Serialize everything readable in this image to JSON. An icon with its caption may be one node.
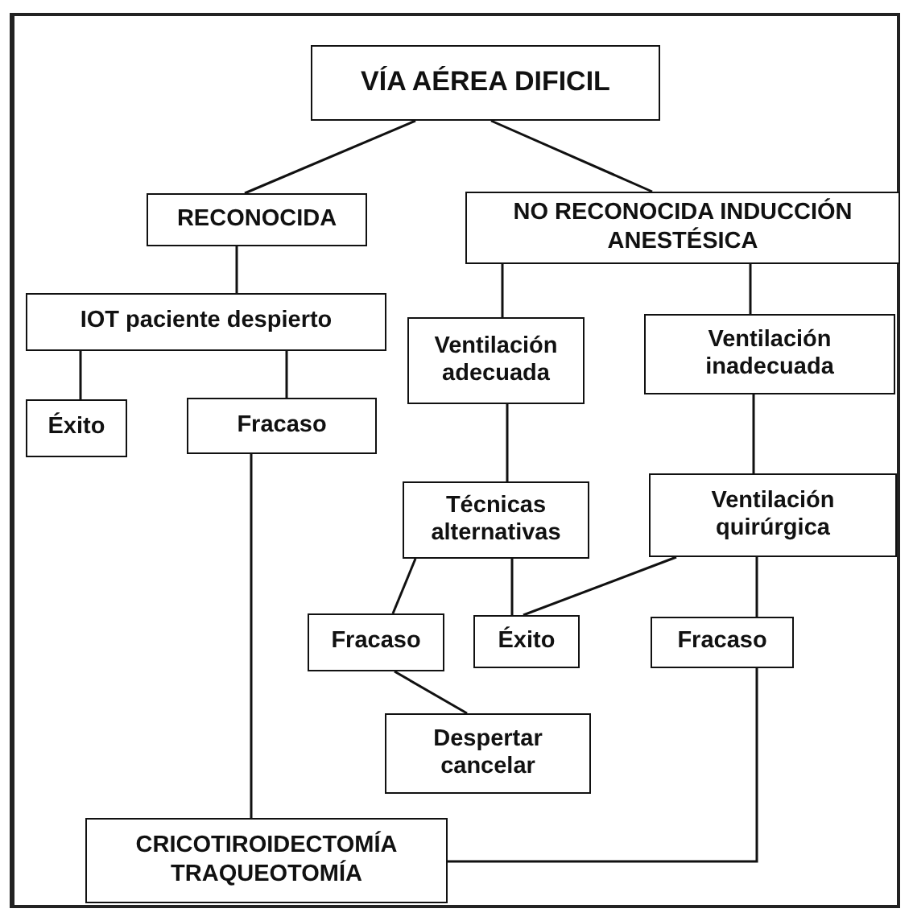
{
  "diagram": {
    "nodes": [
      {
        "text": [
          "VÍA AÉREA DIFICIL"
        ]
      },
      {
        "text": [
          "RECONOCIDA"
        ]
      },
      {
        "text": [
          "NO RECONOCIDA INDUCCIÓN ANESTÉSICA"
        ]
      },
      {
        "text": [
          "IOT paciente despierto"
        ]
      },
      {
        "text": [
          "Ventilación adecuada"
        ]
      },
      {
        "text": [
          "Ventilación inadecuada"
        ]
      },
      {
        "text": [
          "Éxito"
        ]
      },
      {
        "text": [
          "Fracaso"
        ]
      },
      {
        "text": [
          "Técnicas alternativas"
        ]
      },
      {
        "text": [
          "Ventilación quirúrgica"
        ]
      },
      {
        "text": [
          "Fracaso"
        ]
      },
      {
        "text": [
          "Éxito"
        ]
      },
      {
        "text": [
          "Fracaso"
        ]
      },
      {
        "text": [
          "Despertar cancelar"
        ]
      },
      {
        "text": [
          "CRICOTIROIDECTOMÍA TRAQUEOTOMÍA"
        ]
      }
    ],
    "edges": [
      {
        "from": 0,
        "to": 1,
        "arrow": "none"
      },
      {
        "from": 0,
        "to": 2,
        "arrow": "none"
      },
      {
        "from": 1,
        "to": 3,
        "arrow": "none"
      },
      {
        "from": 2,
        "to": 4,
        "arrow": "none"
      },
      {
        "from": 2,
        "to": 5,
        "arrow": "none"
      },
      {
        "from": 3,
        "to": 6,
        "arrow": "none"
      },
      {
        "from": 3,
        "to": 7,
        "arrow": "none"
      },
      {
        "from": 4,
        "to": 8,
        "arrow": "none"
      },
      {
        "from": 5,
        "to": 9,
        "arrow": "none"
      },
      {
        "from": 8,
        "to": 10,
        "arrow": "none"
      },
      {
        "from": 8,
        "to": 11,
        "arrow": "none"
      },
      {
        "from": 9,
        "to": 11,
        "arrow": "none"
      },
      {
        "from": 9,
        "to": 12,
        "arrow": "none"
      },
      {
        "from": 10,
        "to": 13,
        "arrow": "none"
      },
      {
        "from": 7,
        "to": 14,
        "arrow": "none"
      },
      {
        "from": 12,
        "to": 14,
        "arrow": "none"
      }
    ]
  }
}
